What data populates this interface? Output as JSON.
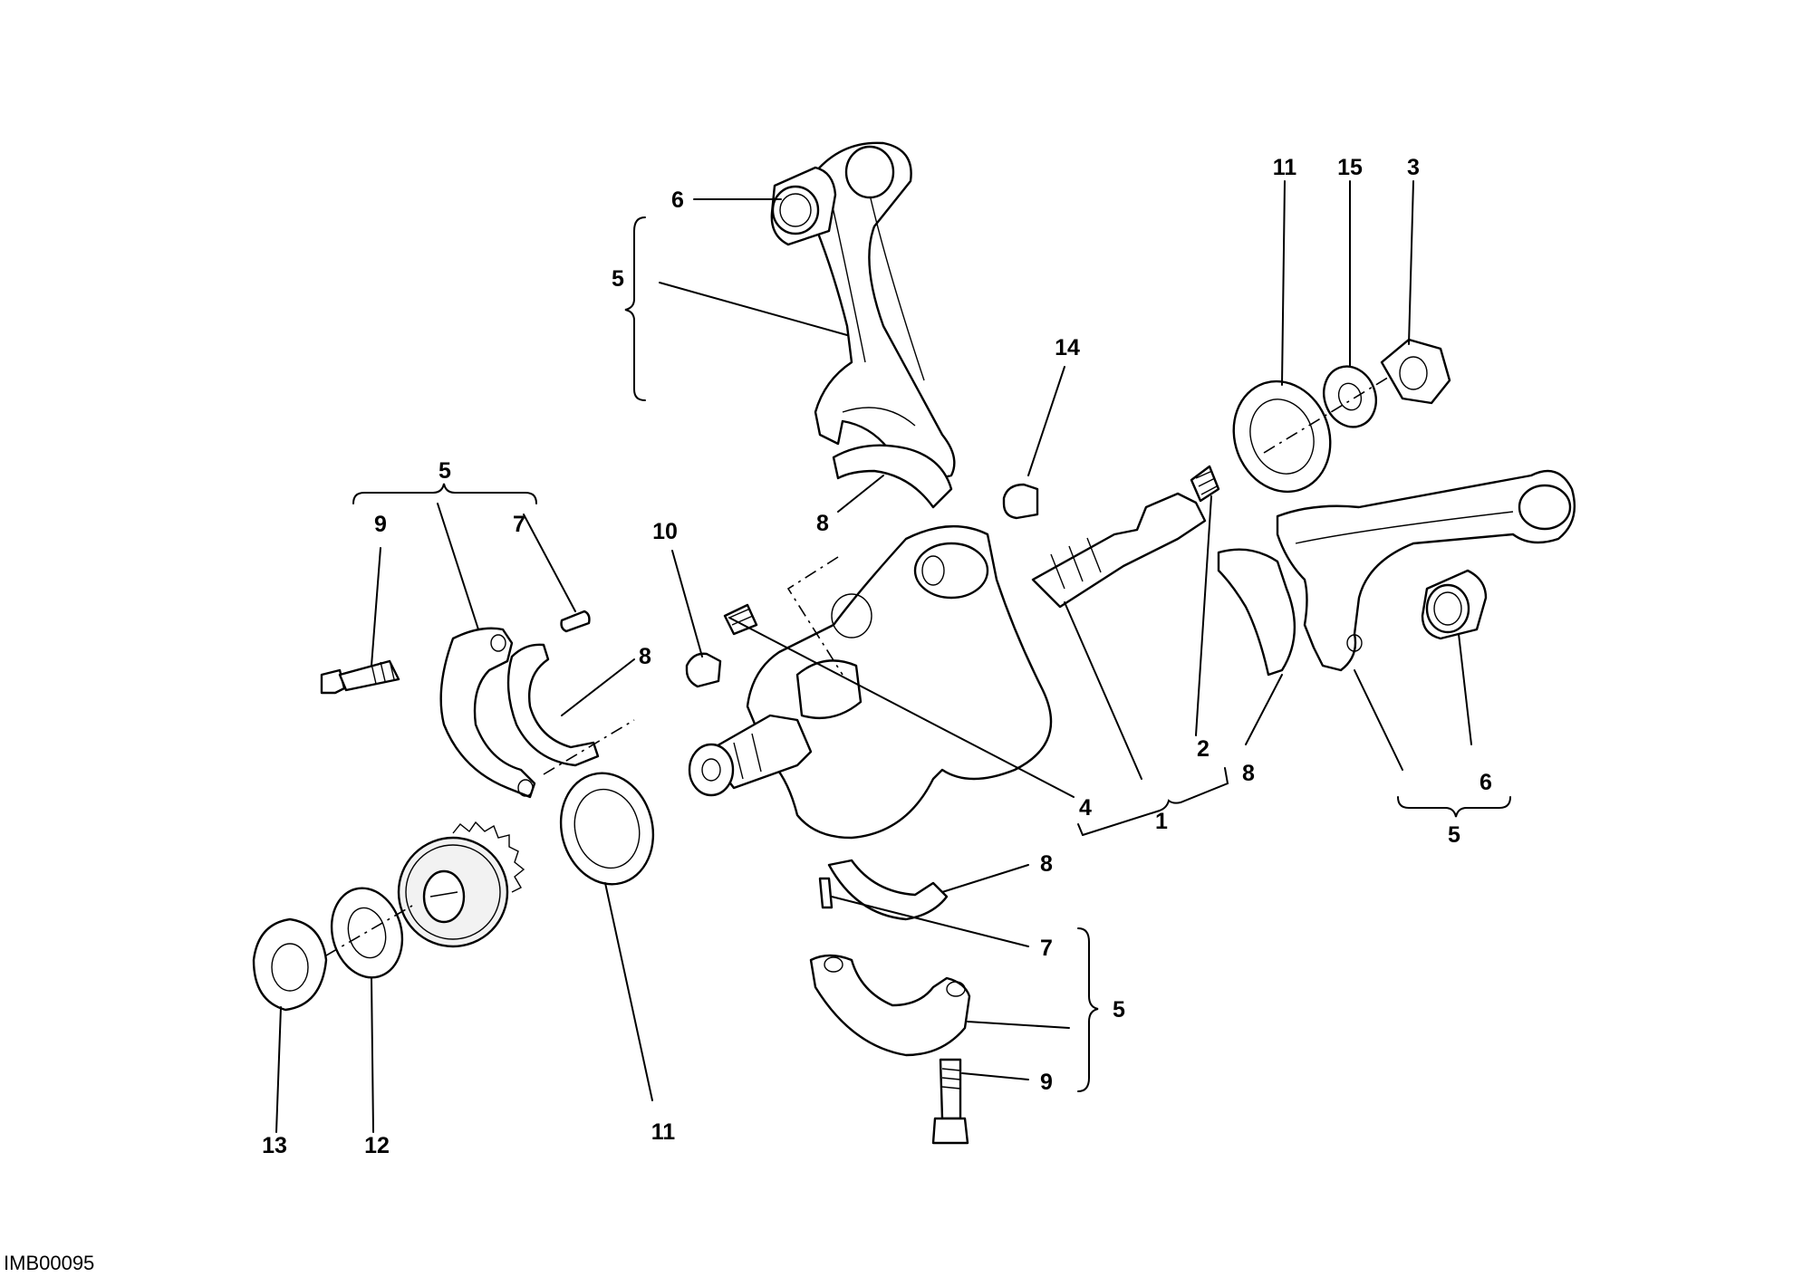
{
  "diagram": {
    "reference_code": "IMB00095",
    "callouts": [
      {
        "id": "c-6-top",
        "label": "6"
      },
      {
        "id": "c-5-top",
        "label": "5"
      },
      {
        "id": "c-14",
        "label": "14"
      },
      {
        "id": "c-11-top",
        "label": "11"
      },
      {
        "id": "c-15",
        "label": "15"
      },
      {
        "id": "c-3",
        "label": "3"
      },
      {
        "id": "c-5-left",
        "label": "5"
      },
      {
        "id": "c-9-left",
        "label": "9"
      },
      {
        "id": "c-7-left",
        "label": "7"
      },
      {
        "id": "c-10",
        "label": "10"
      },
      {
        "id": "c-8-left",
        "label": "8"
      },
      {
        "id": "c-8-top",
        "label": "8"
      },
      {
        "id": "c-2",
        "label": "2"
      },
      {
        "id": "c-8-right",
        "label": "8"
      },
      {
        "id": "c-6-right",
        "label": "6"
      },
      {
        "id": "c-5-right",
        "label": "5"
      },
      {
        "id": "c-4",
        "label": "4"
      },
      {
        "id": "c-1",
        "label": "1"
      },
      {
        "id": "c-8-bottom",
        "label": "8"
      },
      {
        "id": "c-7-bottom",
        "label": "7"
      },
      {
        "id": "c-5-bottom",
        "label": "5"
      },
      {
        "id": "c-9-bottom",
        "label": "9"
      },
      {
        "id": "c-11-bottom",
        "label": "11"
      },
      {
        "id": "c-13",
        "label": "13"
      },
      {
        "id": "c-12",
        "label": "12"
      }
    ]
  }
}
